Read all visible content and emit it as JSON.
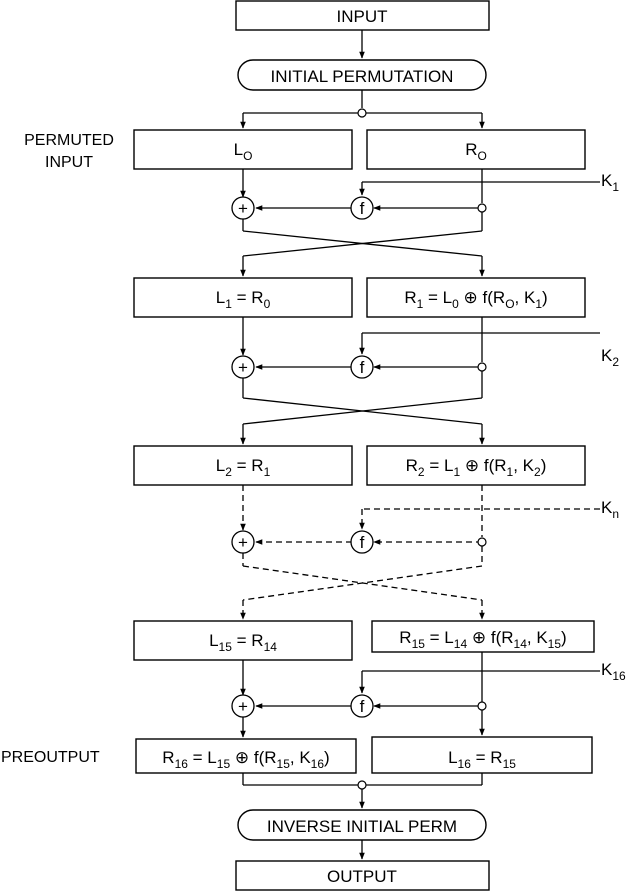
{
  "top": {
    "input": "INPUT",
    "initial_perm": "INITIAL PERMUTATION"
  },
  "left_label": {
    "line1": "PERMUTED",
    "line2": "INPUT"
  },
  "preoutput_label": "PREOUTPUT",
  "bottom": {
    "inverse_perm": "INVERSE INITIAL PERM",
    "output": "OUTPUT"
  },
  "ops": {
    "xor": "+",
    "f": "f"
  },
  "keys": [
    {
      "base": "K",
      "sub": "1"
    },
    {
      "base": "K",
      "sub": "2"
    },
    {
      "base": "K",
      "sub": "n"
    },
    {
      "base": "K",
      "sub": "16"
    }
  ],
  "rounds": {
    "r0": {
      "left": [
        [
          "L",
          ""
        ],
        [
          "O",
          "sub"
        ]
      ],
      "right": [
        [
          "R",
          ""
        ],
        [
          "O",
          "sub"
        ]
      ]
    },
    "r1": {
      "left": [
        [
          "L",
          ""
        ],
        [
          "1",
          "sub"
        ],
        [
          " = R",
          ""
        ],
        [
          "0",
          "sub"
        ]
      ],
      "right": [
        [
          "R",
          ""
        ],
        [
          "1",
          "sub"
        ],
        [
          " = L",
          ""
        ],
        [
          "0",
          "sub"
        ],
        [
          " ⊕ ",
          ""
        ],
        [
          "f(R",
          ""
        ],
        [
          "O",
          "sub"
        ],
        [
          ", K",
          ""
        ],
        [
          "1",
          "sub"
        ],
        [
          ")",
          ""
        ]
      ]
    },
    "r2": {
      "left": [
        [
          "L",
          ""
        ],
        [
          "2",
          "sub"
        ],
        [
          " = R",
          ""
        ],
        [
          "1",
          "sub"
        ]
      ],
      "right": [
        [
          "R",
          ""
        ],
        [
          "2",
          "sub"
        ],
        [
          " = L",
          ""
        ],
        [
          "1",
          "sub"
        ],
        [
          " ⊕ ",
          ""
        ],
        [
          "f(R",
          ""
        ],
        [
          "1",
          "sub"
        ],
        [
          ", K",
          ""
        ],
        [
          "2",
          "sub"
        ],
        [
          ")",
          ""
        ]
      ]
    },
    "r15": {
      "left": [
        [
          "L",
          ""
        ],
        [
          "15",
          "sub"
        ],
        [
          " = R",
          ""
        ],
        [
          "14",
          "sub"
        ]
      ],
      "right": [
        [
          "R",
          ""
        ],
        [
          "15",
          "sub"
        ],
        [
          " = L",
          ""
        ],
        [
          "14",
          "sub"
        ],
        [
          " ⊕ ",
          ""
        ],
        [
          "f(R",
          ""
        ],
        [
          "14",
          "sub"
        ],
        [
          ", K",
          ""
        ],
        [
          "15",
          "sub"
        ],
        [
          ")",
          ""
        ]
      ]
    },
    "r16": {
      "left": [
        [
          "R",
          ""
        ],
        [
          "16",
          "sub"
        ],
        [
          " = L",
          ""
        ],
        [
          "15",
          "sub"
        ],
        [
          " ⊕ ",
          ""
        ],
        [
          "f(R",
          ""
        ],
        [
          "15",
          "sub"
        ],
        [
          ", K",
          ""
        ],
        [
          "16",
          "sub"
        ],
        [
          ")",
          ""
        ]
      ],
      "right": [
        [
          "L",
          ""
        ],
        [
          "16",
          "sub"
        ],
        [
          " = R",
          ""
        ],
        [
          "15",
          "sub"
        ]
      ]
    }
  }
}
